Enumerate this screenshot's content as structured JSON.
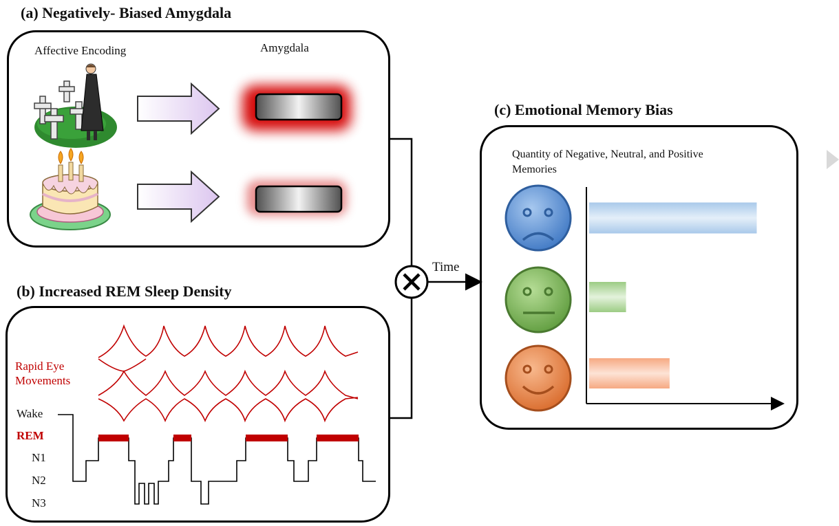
{
  "panel_a": {
    "heading": "(a) Negatively- Biased Amygdala",
    "encoding_label": "Affective Encoding",
    "amygdala_label": "Amygdala"
  },
  "panel_b": {
    "heading": "(b) Increased REM Sleep Density",
    "rem_label_line1": "Rapid Eye",
    "rem_label_line2": "Movements",
    "stages": [
      "Wake",
      "REM",
      "N1",
      "N2",
      "N3"
    ]
  },
  "panel_c": {
    "heading": "(c) Emotional Memory Bias",
    "chart_title_line1": "Quantity of Negative, Neutral, and Positive",
    "chart_title_line2": "Memories"
  },
  "connector": {
    "time_label": "Time"
  },
  "colors": {
    "rem": "#c00000",
    "negative": "#9fc3e7",
    "neutral": "#93c47d",
    "positive": "#f4a77c",
    "arrow": "#e6d3f2"
  },
  "chart_data": {
    "type": "bar",
    "orientation": "horizontal",
    "categories": [
      "negative-face",
      "neutral-face",
      "positive-face"
    ],
    "values": [
      100,
      22,
      48
    ],
    "xlim": [
      0,
      115
    ]
  }
}
